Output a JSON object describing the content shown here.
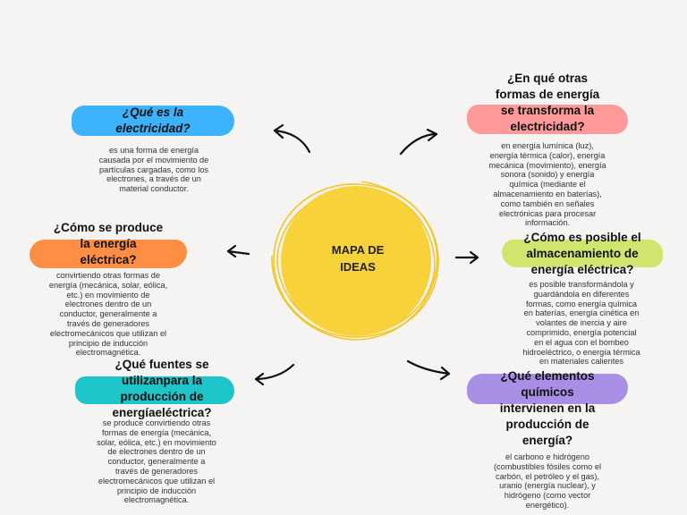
{
  "center": {
    "line1": "MAPA DE",
    "line2": "IDEAS"
  },
  "colors": {
    "center_circle": "#f7d23a",
    "blue": "#3db3ff",
    "pink": "#fe9a9a",
    "orange": "#ff8e45",
    "green": "#cfe56d",
    "teal": "#1ec5c8",
    "purple": "#a98ee6"
  },
  "nodes": {
    "que_es": {
      "q1": "¿Qué es la",
      "q2": "electricidad?",
      "a": [
        "es una forma de energía",
        "causada por el movimiento de",
        "partículas cargadas, como los",
        "electrones, a través de un",
        "material conductor."
      ]
    },
    "otras_formas": {
      "q1": "¿En qué otras",
      "q2": "formas de energía",
      "q3": "se transforma la",
      "q4": "electricidad?",
      "a": [
        "en energía lumínica (luz),",
        "energía térmica (calor), energía",
        "mecánica (movimiento), energía",
        "sonora (sonido) y energía",
        "química (mediante el",
        "almacenamiento en baterías),",
        "como también en señales",
        "electrónicas para procesar",
        "información."
      ]
    },
    "como_produce": {
      "q1": "¿Cómo se produce",
      "q2": "la energía",
      "q3": "eléctrica?",
      "a": [
        "convirtiendo otras formas de",
        "energía (mecánica, solar, eólica,",
        "etc.) en movimiento de",
        "electrones dentro de un",
        "conductor, generalmente a",
        "través de generadores",
        "electromecánicos que utilizan el",
        "principio de inducción",
        "electromagnética."
      ]
    },
    "almacenamiento": {
      "q1": "¿Cómo es posible el",
      "q2": "almacenamiento de",
      "q3": "energía eléctrica?",
      "a": [
        "es posible transformándola y",
        "guardándola en diferentes",
        "formas, como energía química",
        "en baterías, energía cinética en",
        "volantes de inercia y aire",
        "comprimido, energía potencial",
        "en el agua con el bombeo",
        "hidroeléctrico, o energía térmica",
        "en materiales calientes"
      ]
    },
    "fuentes": {
      "q1": "¿Qué fuentes se",
      "q2": "utilizanpara la",
      "q3": "producción de",
      "q4": "energíaeléctrica?",
      "a": [
        "se produce convirtiendo otras",
        "formas de energía (mecánica,",
        "solar, eólica, etc.) en movimiento",
        "de electrones dentro de un",
        "conductor, generalmente a",
        "través de generadores",
        "electromecánicos que utilizan el",
        "principio de inducción",
        "electromagnética."
      ]
    },
    "quimicos": {
      "q1": "¿Qué elementos",
      "q2": "químicos",
      "q3": "intervienen en la",
      "q4": "producción de",
      "q5": "energía?",
      "a": [
        "el carbono e hidrógeno",
        "(combustibles fósiles como el",
        "carbón, el petróleo y el gas),",
        "uranio (energía nuclear), y",
        "hidrógeno (como vector",
        "energético)."
      ]
    }
  }
}
